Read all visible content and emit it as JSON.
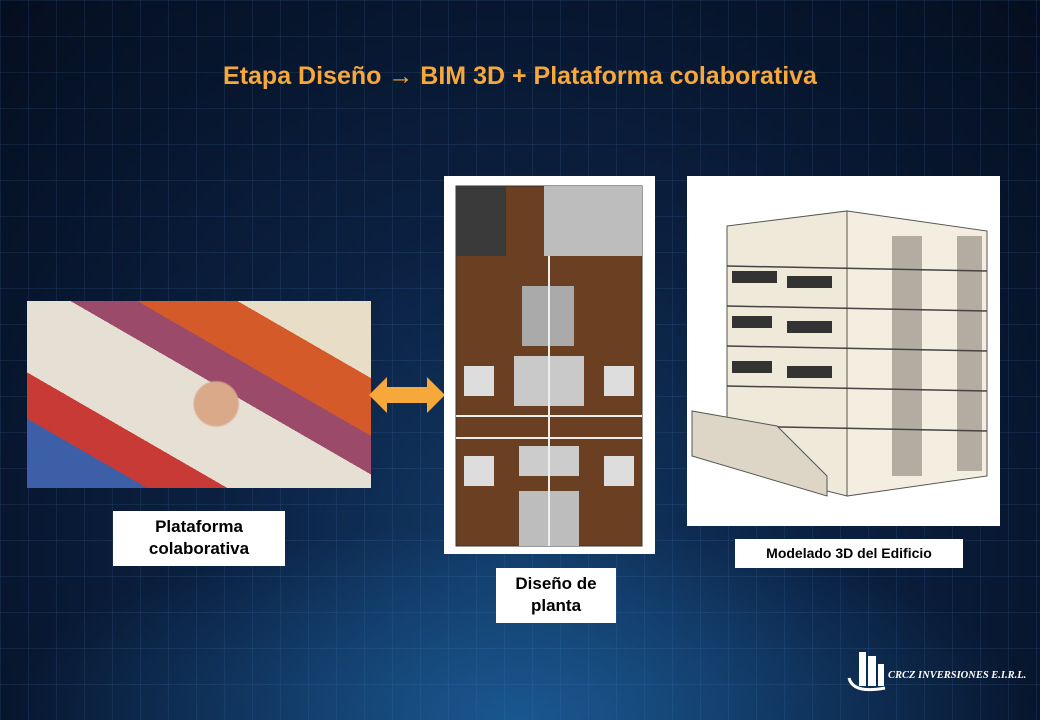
{
  "title": "Etapa Diseño → BIM 3D + Plataforma colaborativa",
  "labels": {
    "platform": "Plataforma colaborativa",
    "floor_plan": "Diseño de planta",
    "model": "Modelado 3D del Edificio"
  },
  "logo": {
    "name": "CRCZ INVERSIONES E.I.R.L."
  },
  "colors": {
    "title": "#f7a83b",
    "arrow": "#f7a83b",
    "background": "#0b2142"
  }
}
